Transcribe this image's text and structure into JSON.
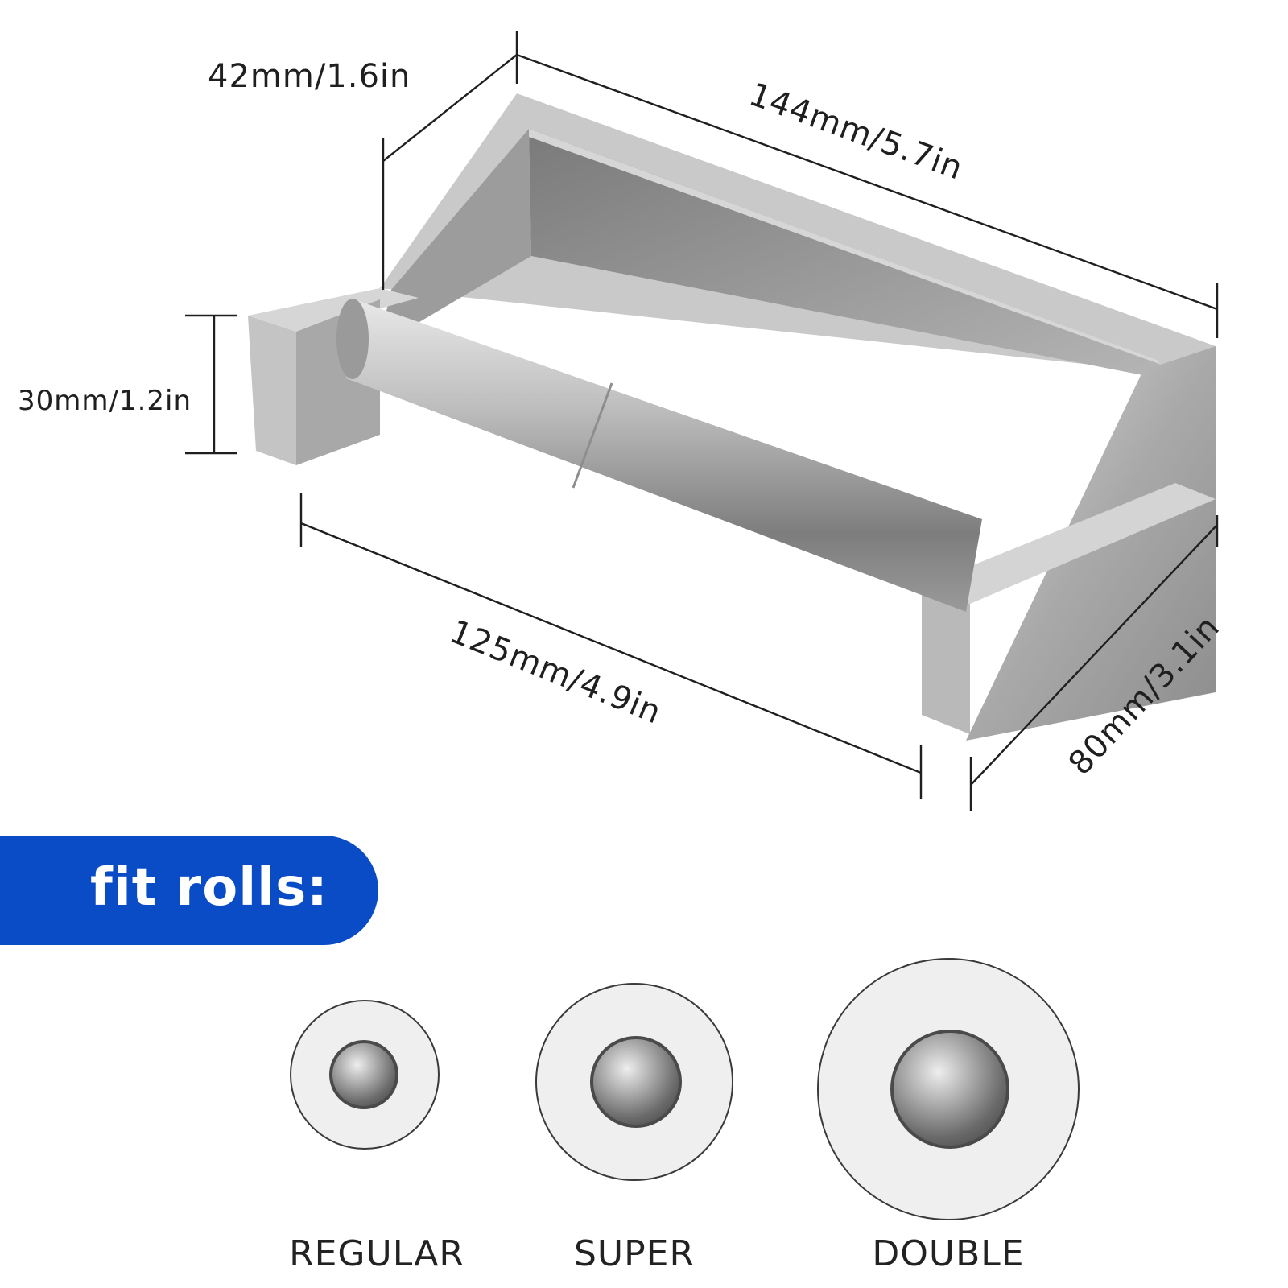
{
  "dimensions": {
    "depth": "42mm/1.6in",
    "length": "144mm/5.7in",
    "height": "30mm/1.2in",
    "rod_length": "125mm/4.9in",
    "width": "80mm/3.1in"
  },
  "banner": {
    "text": "fit rolls:",
    "color": "#0a4bc6"
  },
  "rolls": [
    {
      "label": "REGULAR"
    },
    {
      "label": "SUPER"
    },
    {
      "label": "DOUBLE"
    }
  ]
}
